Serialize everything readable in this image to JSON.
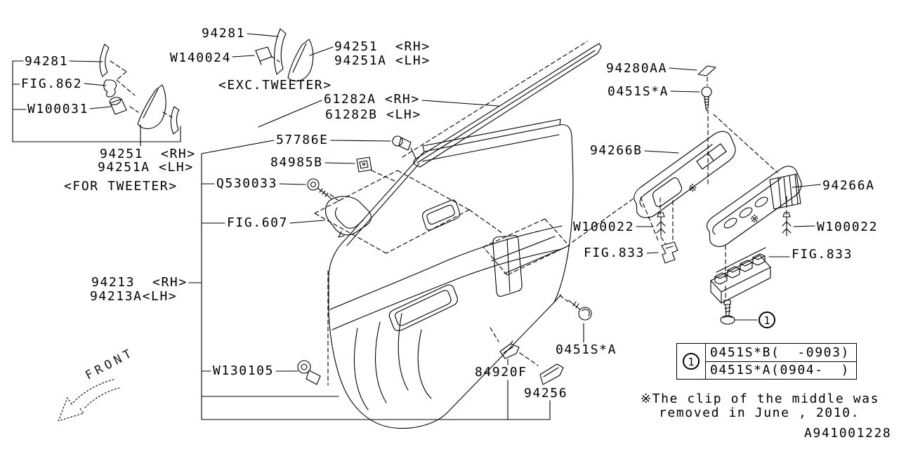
{
  "diagram": {
    "background": "#ffffff",
    "line_color": "#000000",
    "front_label": "FRONT",
    "ref_mark": "※",
    "callout_number": "1",
    "note": {
      "line1": "※The clip of the middle was",
      "line2": "removed in June , 2010."
    },
    "drawing_number": "A941001228"
  },
  "legend": {
    "rows": [
      {
        "part": "0451S*B(  -0903)"
      },
      {
        "part": "0451S*A(0904-  )"
      }
    ]
  },
  "labels": {
    "sail_left": "94281",
    "fig_862": "FIG.862",
    "w100031": "W100031",
    "tweeter_rh": "94251  <RH>",
    "tweeter_lh": "94251A <LH>",
    "for_tweeter": "<FOR TWEETER>",
    "sail_mid": "94281",
    "w140024": "W140024",
    "exc_tweeter": "<EXC.TWEETER>",
    "sail_rh": "94251  <RH>",
    "sail_lh": "94251A <LH>",
    "weatherstrip_rh": "61282A <RH>",
    "weatherstrip_lh": "61282B <LH>",
    "p57786e": "57786E",
    "p84985b": "84985B",
    "q530033": "Q530033",
    "fig_607": "FIG.607",
    "trim_rh": "94213  <RH>",
    "trim_lh": "94213A<LH>",
    "w130105": "W130105",
    "p84920f": "84920F",
    "p94256": "94256",
    "screw_bottom": "0451S*A",
    "p94280aa": "94280AA",
    "screw_top": "0451S*A",
    "p94266b": "94266B",
    "p94266a": "94266A",
    "w100022_left": "W100022",
    "w100022_right": "W100022",
    "fig_833_left": "FIG.833",
    "fig_833_right": "FIG.833"
  }
}
